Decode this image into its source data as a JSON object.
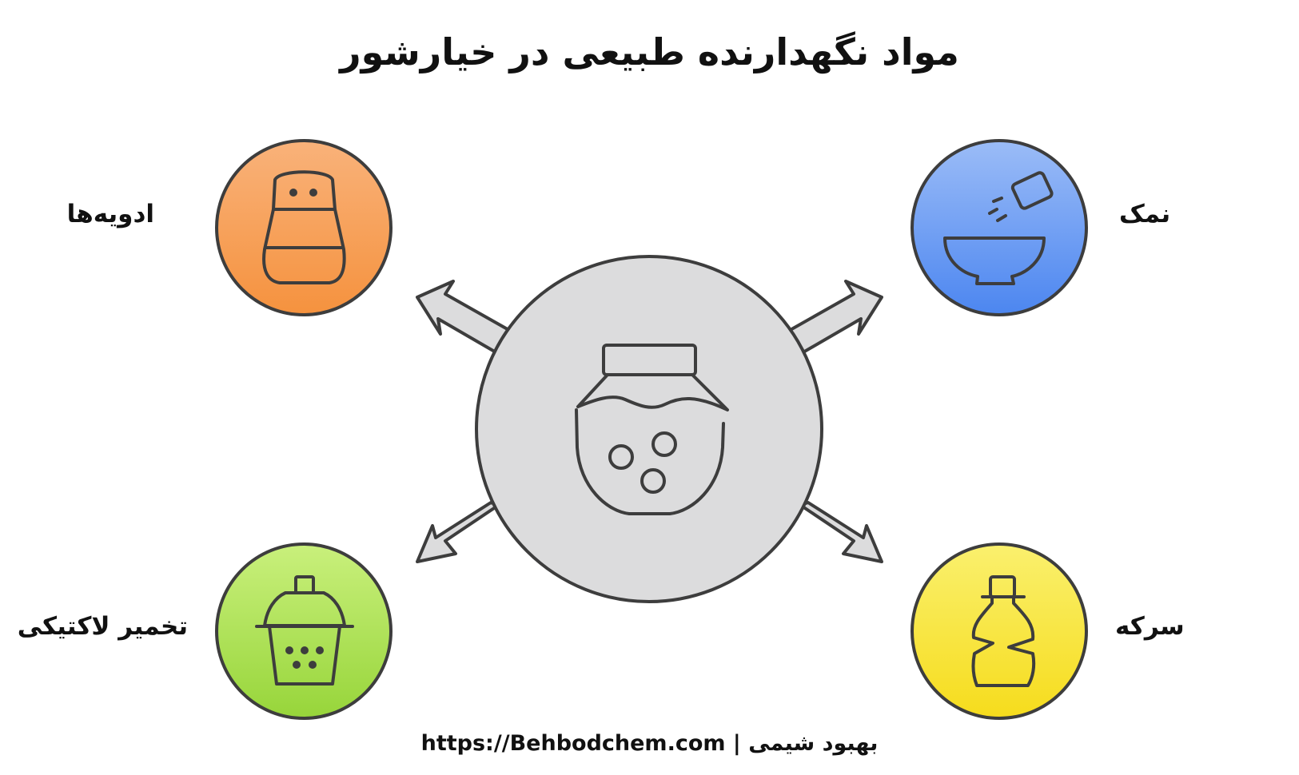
{
  "title": "مواد نگهدارنده طبیعی در خیارشور",
  "center": {
    "icon": "pickle-jar-icon"
  },
  "nodes": {
    "spices": {
      "label": "ادویه‌ها",
      "icon": "spice-shaker-icon",
      "color_top": "#f9b27a",
      "color_bottom": "#f5923e"
    },
    "salt": {
      "label": "نمک",
      "icon": "salt-bowl-icon",
      "color_top": "#9bbcf7",
      "color_bottom": "#4c86f0"
    },
    "lactic": {
      "label": "تخمیر لاکتیکی",
      "icon": "fermentation-cup-icon",
      "color_top": "#c9f07c",
      "color_bottom": "#97d53a"
    },
    "vinegar": {
      "label": "سرکه",
      "icon": "vinegar-bottle-icon",
      "color_top": "#faf06e",
      "color_bottom": "#f6dc1c"
    }
  },
  "colors": {
    "outline": "#3d3d3d",
    "center_fill": "#dcdcdd",
    "arrow_fill": "#dcdcdd"
  },
  "footer": {
    "brand": "بهبود شیمی",
    "separator": "|",
    "url": "https://Behbodchem.com"
  }
}
